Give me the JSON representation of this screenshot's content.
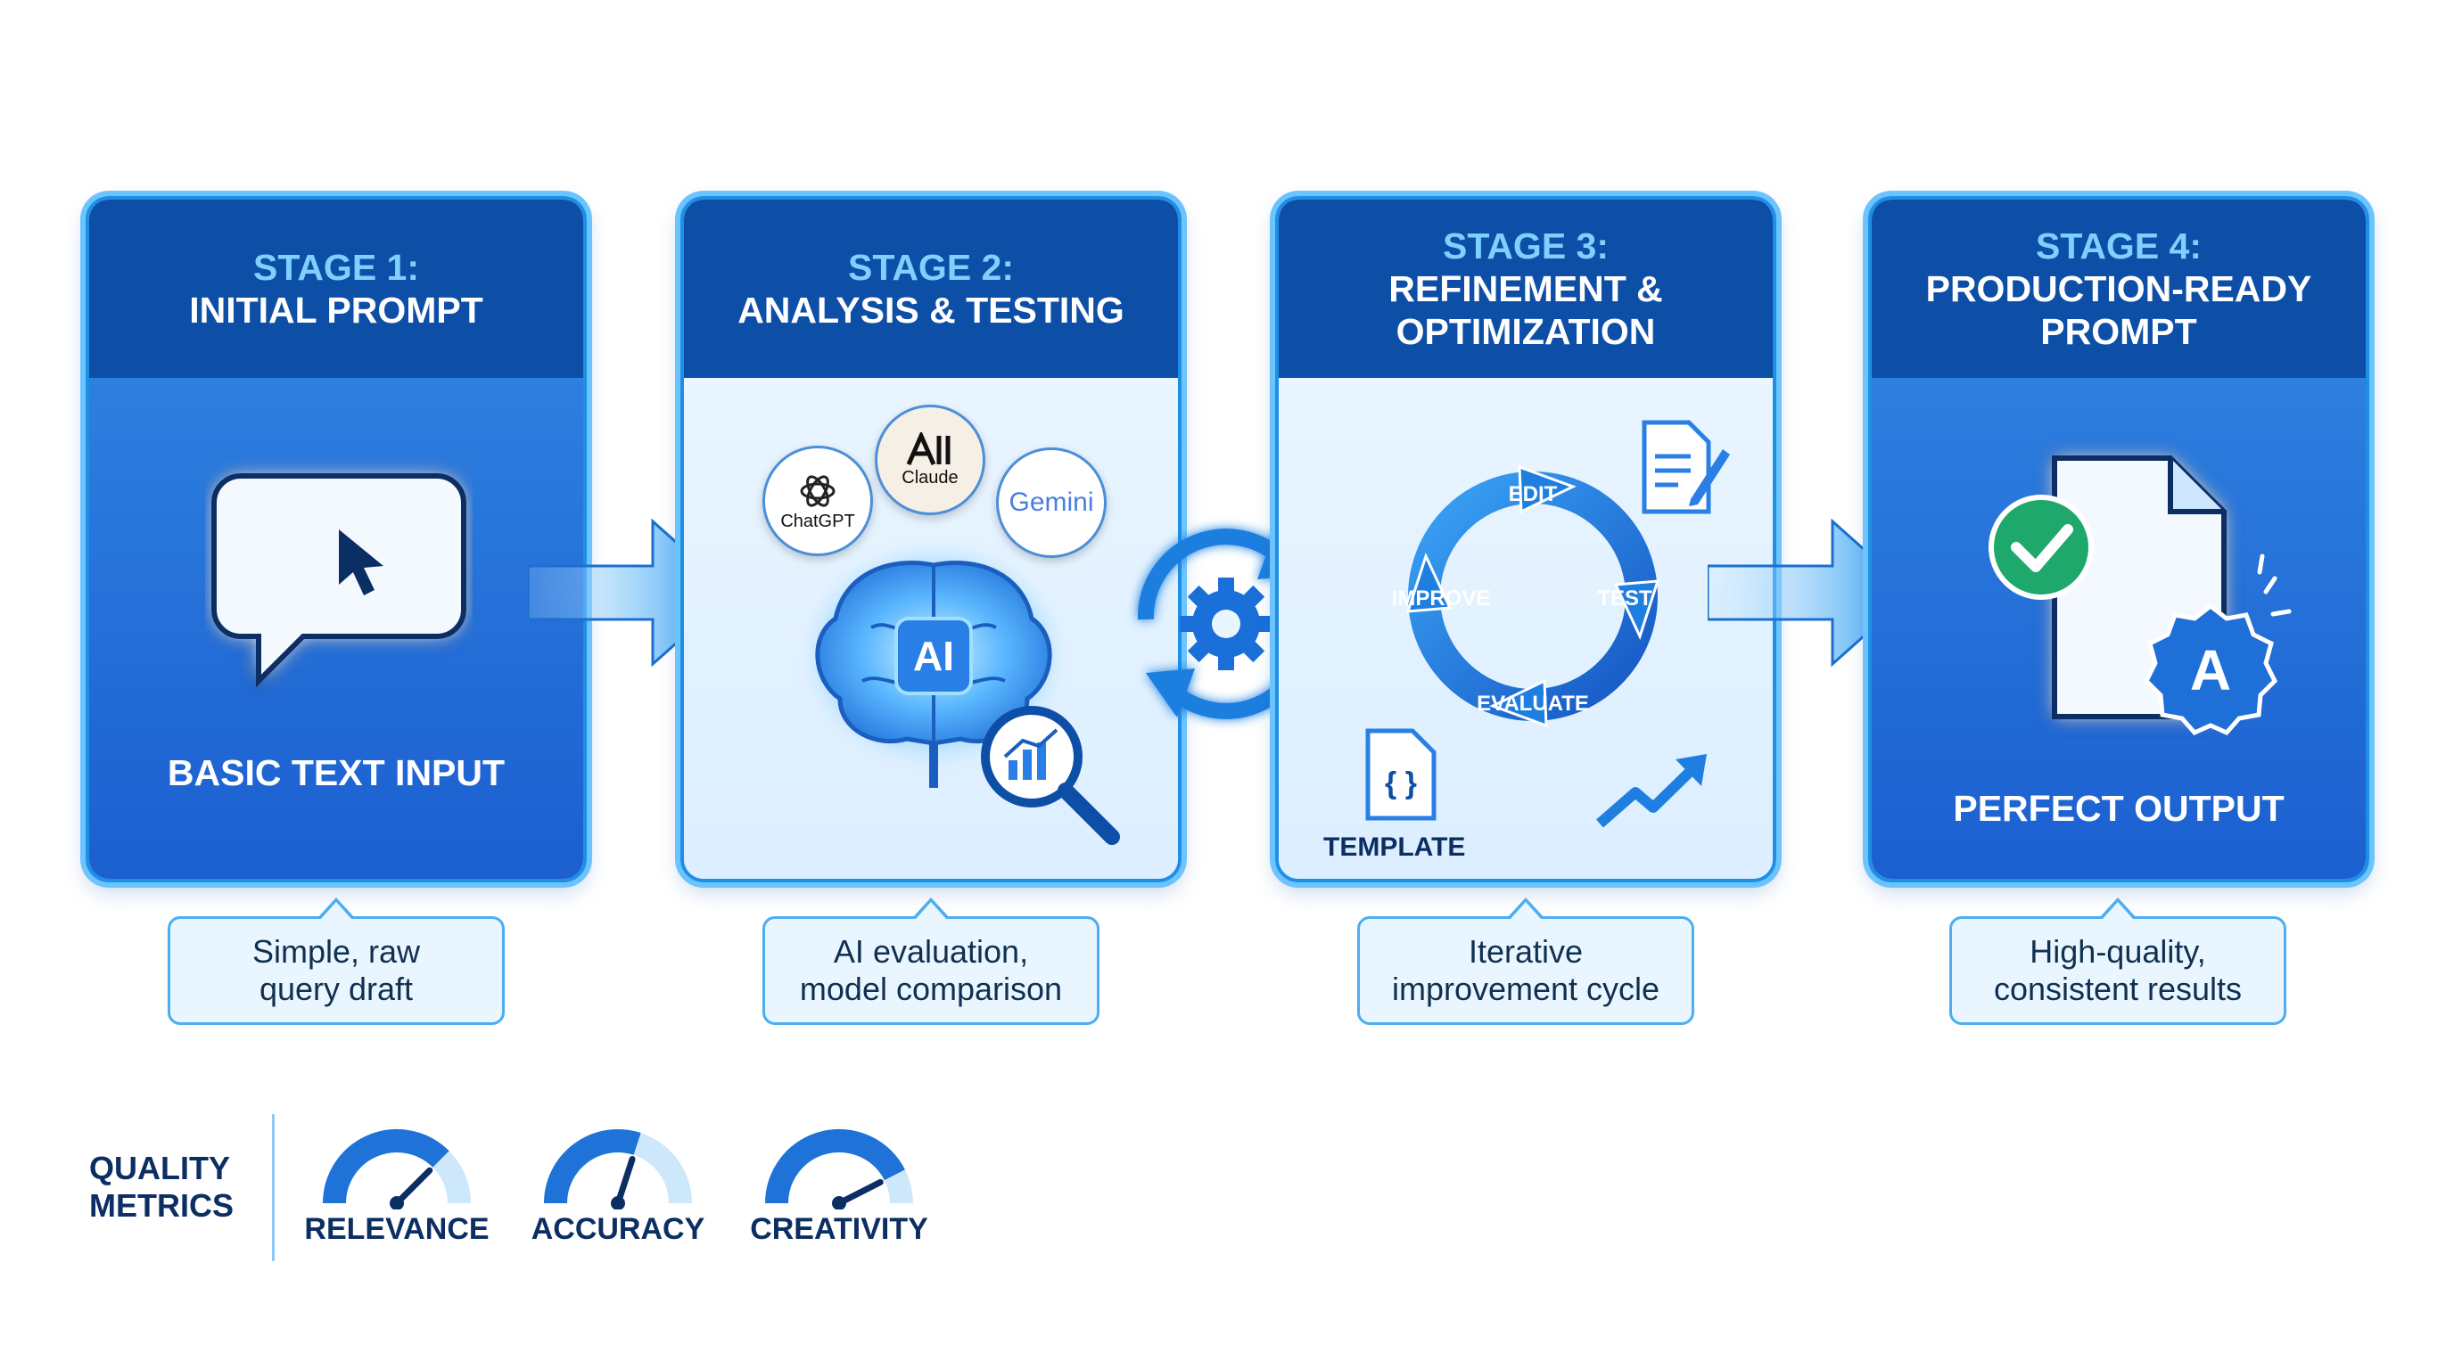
{
  "stages": [
    {
      "num": "STAGE 1:",
      "title_lines": [
        "INITIAL PROMPT"
      ],
      "body_label": "BASIC TEXT INPUT",
      "callout": [
        "Simple, raw",
        "query draft"
      ]
    },
    {
      "num": "STAGE 2:",
      "title_lines": [
        "ANALYSIS & TESTING"
      ],
      "models": [
        "ChatGPT",
        "Claude",
        "Gemini"
      ],
      "ai_label": "AI",
      "callout": [
        "AI evaluation,",
        "model comparison"
      ]
    },
    {
      "num": "STAGE 3:",
      "title_lines": [
        "REFINEMENT &",
        "OPTIMIZATION"
      ],
      "cycle": [
        "EDIT",
        "TEST",
        "EVALUATE",
        "IMPROVE"
      ],
      "template_label": "TEMPLATE",
      "callout": [
        "Iterative",
        "improvement cycle"
      ]
    },
    {
      "num": "STAGE 4:",
      "title_lines": [
        "PRODUCTION-READY",
        "PROMPT"
      ],
      "body_label": "PERFECT OUTPUT",
      "grade": "A",
      "callout": [
        "High-quality,",
        "consistent results"
      ]
    }
  ],
  "metrics": {
    "title_lines": [
      "QUALITY",
      "METRICS"
    ],
    "items": [
      {
        "label": "RELEVANCE",
        "level": 0.75
      },
      {
        "label": "ACCURACY",
        "level": 0.6
      },
      {
        "label": "CREATIVITY",
        "level": 0.85
      }
    ]
  },
  "colors": {
    "header": "#0d4ea6",
    "accent": "#1f8fe6",
    "dark_text": "#0b2e63",
    "check": "#1ea86b"
  },
  "icons": [
    "chat-bubble-icon",
    "cursor-icon",
    "brain-icon",
    "magnifier-chart-icon",
    "gear-sync-icon",
    "document-edit-icon",
    "code-template-icon",
    "trend-arrow-icon",
    "document-icon",
    "check-icon",
    "grade-badge-icon",
    "gauge-icon",
    "arrow-right-icon"
  ]
}
